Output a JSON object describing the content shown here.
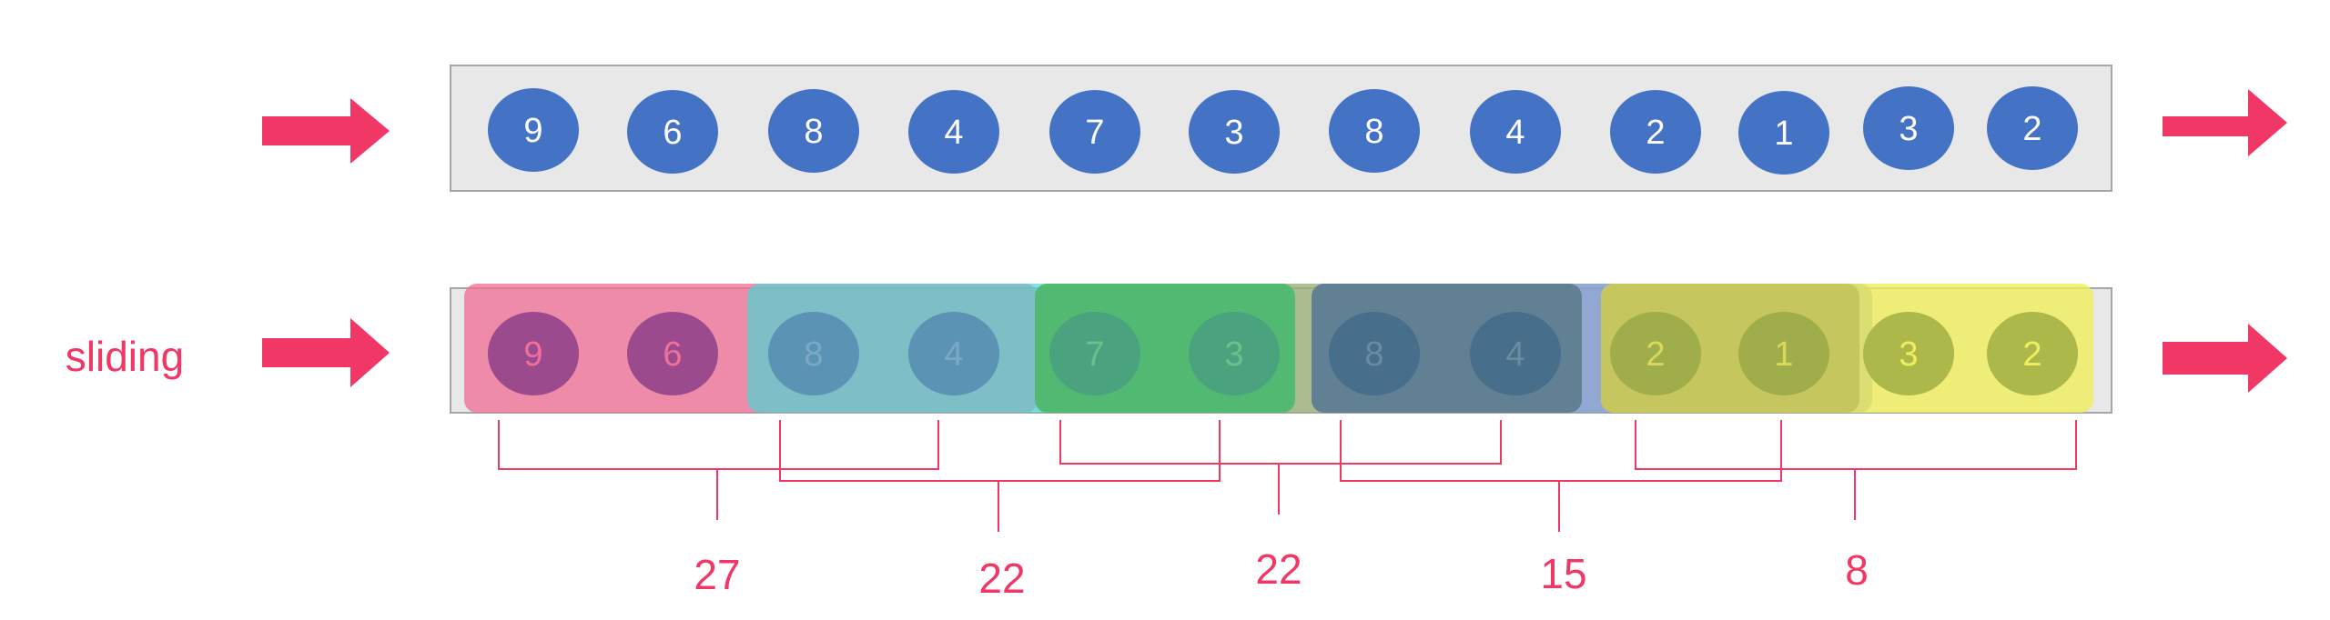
{
  "tumbling_row": {
    "values": [
      "9",
      "6",
      "8",
      "4",
      "7",
      "3",
      "8",
      "4",
      "2",
      "1",
      "3",
      "2"
    ]
  },
  "sliding_row": {
    "label": "sliding",
    "values": [
      "9",
      "6",
      "8",
      "4",
      "7",
      "3",
      "8",
      "4",
      "2",
      "1",
      "3",
      "2"
    ]
  },
  "sums": [
    "27",
    "22",
    "22",
    "15",
    "8"
  ],
  "colors": {
    "accent": "#f03765",
    "circle": "#4472c4",
    "row_bg": "#e8e8e8",
    "row_border": "#a6a6a6",
    "window_pink": "#f06c93",
    "window_cyan": "#4dd4d4",
    "window_green": "#3cb96a",
    "window_olive": "#9bb07a",
    "window_slate": "#5a7a8a",
    "window_lavender": "#8aa0d0",
    "window_yellow": "#eeee5a"
  }
}
